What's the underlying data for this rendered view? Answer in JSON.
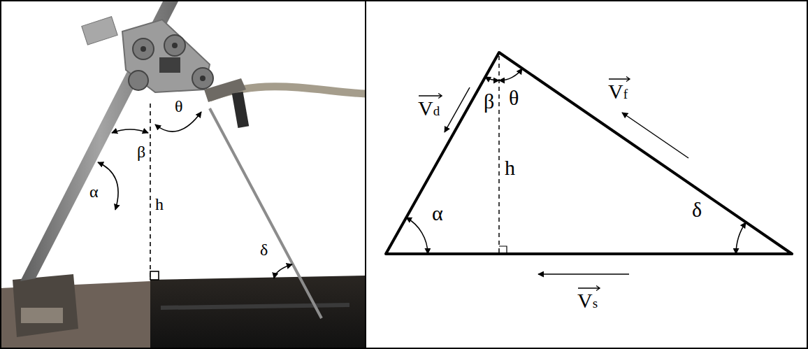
{
  "diagram": {
    "labels": [
      "θ",
      "β",
      "h",
      "α",
      "δ",
      "Vd",
      "β",
      "θ",
      "h",
      "α",
      "Vf",
      "δ",
      "Vs"
    ]
  }
}
